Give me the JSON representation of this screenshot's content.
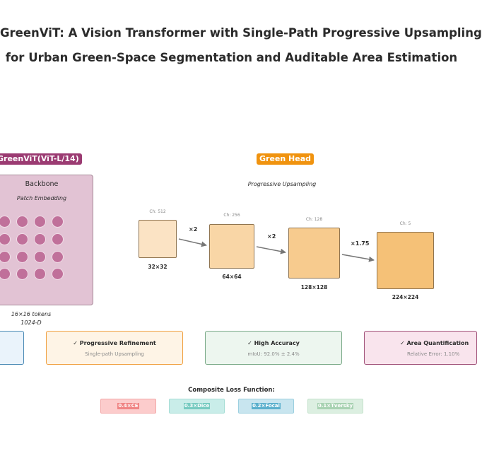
{
  "title": {
    "line1": "GreenViT: A Vision Transformer with Single-Path Progressive Upsampling",
    "line2": "for Urban Green-Space Segmentation and Auditable Area Estimation"
  },
  "backbone": {
    "badge": "GreenViT(ViT-L/14)",
    "title": "Backbone",
    "subtitle": "Patch Embedding",
    "tokens_line1": "16×16 tokens",
    "tokens_line2": "1024-D",
    "colors": {
      "badge": "#9b3b72",
      "box": "#e2c3d4",
      "patch": "#c0709a"
    }
  },
  "head": {
    "badge": "Green Head",
    "subtitle": "Progressive Upsampling",
    "badge_color": "#f0930f",
    "stages": [
      {
        "channels": "Ch: 512",
        "resolution": "32×32",
        "color": "#fbe3c4"
      },
      {
        "channels": "Ch: 256",
        "resolution": "64×64",
        "color": "#f9d6a6"
      },
      {
        "channels": "Ch: 128",
        "resolution": "128×128",
        "color": "#f7cb8e"
      },
      {
        "channels": "Ch: 5",
        "resolution": "224×224",
        "color": "#f5c177"
      }
    ],
    "scales": [
      "×2",
      "×2",
      "×1.75"
    ]
  },
  "features": [
    {
      "title": "",
      "subtitle": "",
      "border": "#4a8ab5",
      "fill": "#eaf3fb"
    },
    {
      "title": "✓ Progressive Refinement",
      "subtitle": "Single-path Upsampling",
      "border": "#f0a040",
      "fill": "#fef4e6"
    },
    {
      "title": "✓ High Accuracy",
      "subtitle": "mIoU: 92.0% ± 2.4%",
      "border": "#7aaa88",
      "fill": "#edf6ef"
    },
    {
      "title": "✓ Area Quantification",
      "subtitle": "Relative Error: 1.10%",
      "border": "#a05078",
      "fill": "#f9e4ed"
    }
  ],
  "loss": {
    "title": "Composite Loss Function:",
    "terms": [
      {
        "label": "0.4×CE",
        "bg": "#fccccc",
        "border": "#f3a7a7",
        "text_bg": "#f08484"
      },
      {
        "label": "0.3×Dice",
        "bg": "#c9ede9",
        "border": "#a5ddd5",
        "text_bg": "#77cbc1"
      },
      {
        "label": "0.2×Focal",
        "bg": "#c8e5ef",
        "border": "#9ccfe0",
        "text_bg": "#5cb0cd"
      },
      {
        "label": "0.1×Tversky",
        "bg": "#dcefe1",
        "border": "#c4e2cc",
        "text_bg": "#a8d2b2"
      }
    ]
  }
}
